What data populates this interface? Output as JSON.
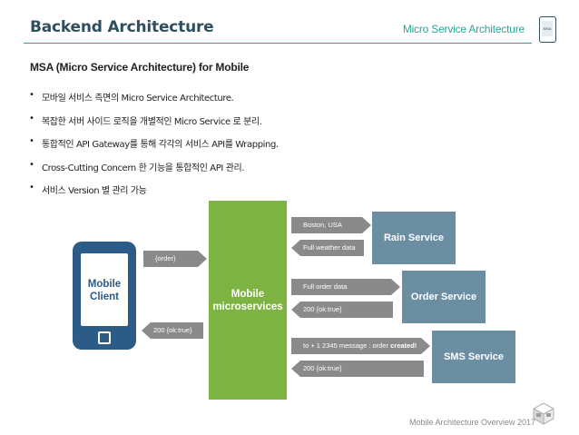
{
  "header": {
    "title": "Backend Architecture",
    "subtitle": "Micro Service Architecture",
    "phone_icon_text": "MSA"
  },
  "section_title": "MSA (Micro Service Architecture) for Mobile",
  "bullets": [
    "모바일 서비스 측면의 Micro Service Architecture.",
    "복잡한 서버 사이드 로직을 개별적인 Micro Service 로 분리.",
    "통합적인 API Gateway를 통해 각각의 서비스 API를 Wrapping.",
    "Cross-Cutting Concern 한 기능을 통합적인 API 관리.",
    "서비스 Version 별 관리 가능"
  ],
  "diagram": {
    "client": "Mobile Client",
    "client_line1": "Mobile",
    "client_line2": "Client",
    "microservices_line1": "Mobile",
    "microservices_line2": "microservices",
    "client_request": "{order}",
    "client_response": "200 {ok:true}",
    "services": [
      {
        "name": "Rain Service",
        "request": "Boston, USA",
        "response": "Full weather data"
      },
      {
        "name": "Order Service",
        "request": "Full order data",
        "response": "200 {ok:true}"
      },
      {
        "name": "SMS Service",
        "request_prefix": "to + 1 2345 message : order ",
        "request_strong": "created!",
        "response": "200 {ok:true}"
      }
    ]
  },
  "footer": "Mobile Architecture Overview 2017",
  "colors": {
    "accent": "#26a69a",
    "client_blue": "#2b5b86",
    "micro_green": "#7cb342",
    "service_slate": "#6b8ea3",
    "arrow_grey": "#8a8a8a"
  }
}
